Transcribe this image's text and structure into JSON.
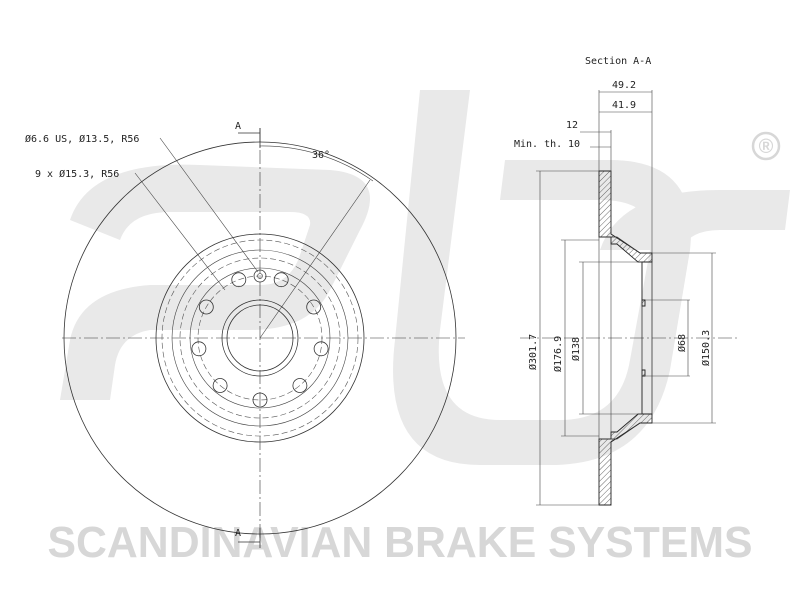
{
  "brand": {
    "watermark_text": "SCANDINAVIAN BRAKE SYSTEMS",
    "registered_mark": "®",
    "watermark_color": "#d7d7d7"
  },
  "front_view": {
    "section_marker_top": "A",
    "section_marker_bottom": "A",
    "angle_label": "36°",
    "callout_small_holes": "Ø6.6 US, Ø13.5, R56",
    "callout_bolt_holes": "9 x Ø15.3, R56"
  },
  "section_view": {
    "title": "Section A-A",
    "dim_total_height": "49.2",
    "dim_hat_height": "41.9",
    "dim_thickness": "12",
    "dim_min_thickness_label": "Min. th.",
    "dim_min_thickness": "10",
    "dim_outer_diameter": "Ø301.7",
    "dim_hat_outer_diameter": "Ø176.9",
    "dim_hat_inner_diameter": "Ø138",
    "dim_center_bore": "Ø68",
    "dim_bolt_face_diameter": "Ø150.3"
  }
}
